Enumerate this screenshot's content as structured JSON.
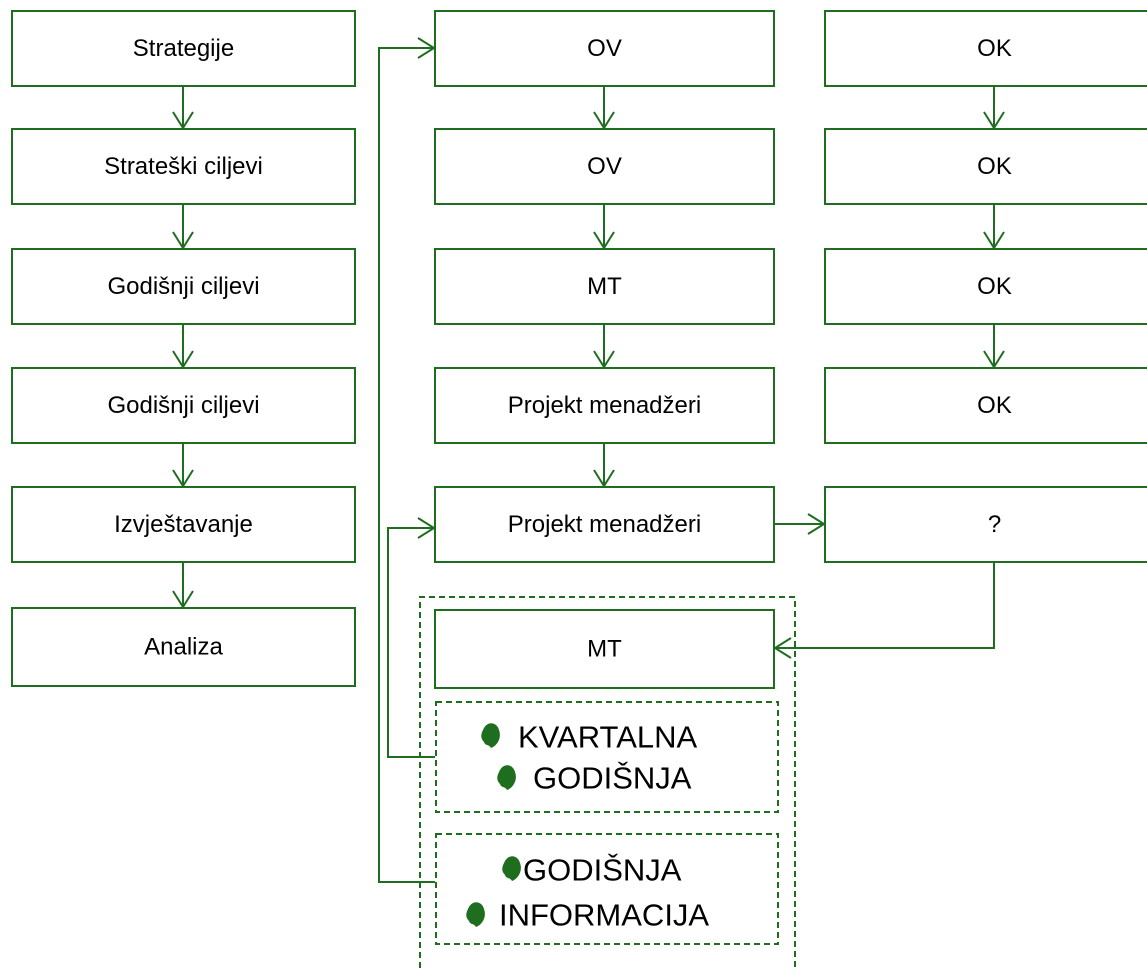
{
  "colors": {
    "stroke": "#1f6e1f",
    "text": "#000000",
    "background": "#ffffff"
  },
  "column_left": [
    "Strategije",
    "Strateški ciljevi",
    "Godišnji ciljevi",
    "Godišnji ciljevi",
    "Izvještavanje",
    "Analiza"
  ],
  "column_middle": [
    "OV",
    "OV",
    "MT",
    "Projekt menadžeri",
    "Projekt menadžeri"
  ],
  "column_right": [
    "OK",
    "OK",
    "OK",
    "OK",
    "?"
  ],
  "mt_box": "MT",
  "reports_group_1": [
    "KVARTALNA",
    "GODIŠNJA"
  ],
  "reports_group_2": [
    "GODIŠNJA",
    "INFORMACIJA"
  ],
  "bullet_icon": "leaf-bullet-icon"
}
